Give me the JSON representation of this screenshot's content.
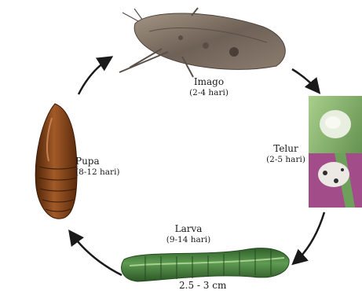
{
  "stages": {
    "imago": {
      "name": "Imago",
      "duration": "(2-4 hari)"
    },
    "telur": {
      "name": "Telur",
      "duration": "(2-5 hari)"
    },
    "larva": {
      "name": "Larva",
      "duration": "(9-14 hari)"
    },
    "pupa": {
      "name": "Pupa",
      "duration": "(8-12 hari)"
    }
  },
  "larva_size": "2.5 - 3 cm",
  "colors": {
    "arrow": "#1a1a1a",
    "moth": "#7d7166",
    "egg_leaf": "#6f9a57",
    "egg_background": "#a24d8a",
    "larva": "#3f7b3a",
    "pupa": "#7b3c16"
  },
  "icons": [
    "moth-image",
    "egg-image",
    "larva-image",
    "pupa-image",
    "cycle-arrow-icon"
  ]
}
